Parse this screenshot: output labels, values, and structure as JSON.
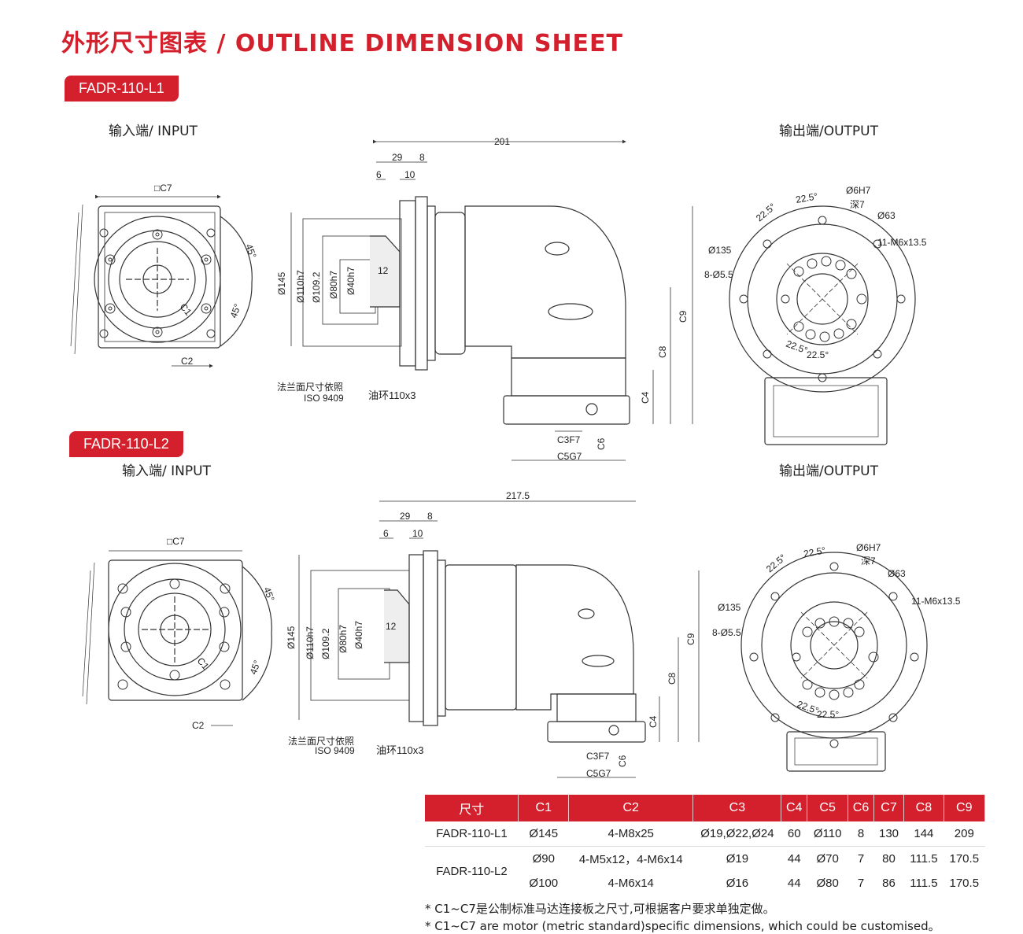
{
  "page": {
    "title": "外形尺寸图表 / OUTLINE DIMENSION SHEET"
  },
  "sections": [
    {
      "model": "FADR-110-L1",
      "input_label": "输入端/ INPUT",
      "output_label": "输出端/OUTPUT",
      "dims": {
        "overall": "201",
        "d29": "29",
        "d8": "8",
        "d6": "6",
        "d10": "10",
        "d12": "12",
        "dia145": "Ø145",
        "dia110": "Ø110h7",
        "dia109": "Ø109.2",
        "dia80": "Ø80h7",
        "dia40": "Ø40h7",
        "c7": "□C7",
        "c1": "C1",
        "c2": "C2",
        "c3": "C3F7",
        "c4": "C4",
        "c5": "C5G7",
        "c6": "C6",
        "c8": "C8",
        "c9": "C9",
        "ang45a": "45°",
        "ang45b": "45°",
        "flange_note_1": "法兰面尺寸依照",
        "flange_note_2": "ISO 9409",
        "oil_ring": "油环110x3",
        "ang22a": "22.5°",
        "ang22b": "22.5°",
        "ang22c": "22.5°",
        "ang22d": "22.5°",
        "dia6h7": "Ø6H7",
        "deep7": "深7",
        "dia63": "Ø63",
        "m6": "11-M6x13.5",
        "dia135": "Ø135",
        "dia55": "8-Ø5.5"
      }
    },
    {
      "model": "FADR-110-L2",
      "input_label": "输入端/ INPUT",
      "output_label": "输出端/OUTPUT",
      "dims": {
        "overall": "217.5",
        "d29": "29",
        "d8": "8",
        "d6": "6",
        "d10": "10",
        "d12": "12",
        "dia145": "Ø145",
        "dia110": "Ø110h7",
        "dia109": "Ø109.2",
        "dia80": "Ø80h7",
        "dia40": "Ø40h7",
        "c7": "□C7",
        "c1": "C1",
        "c2": "C2",
        "c3": "C3F7",
        "c4": "C4",
        "c5": "C5G7",
        "c6": "C6",
        "c8": "C8",
        "c9": "C9",
        "ang45a": "45°",
        "ang45b": "45°",
        "flange_note_1": "法兰面尺寸依照",
        "flange_note_2": "ISO 9409",
        "oil_ring": "油环110x3",
        "ang22a": "22.5°",
        "ang22b": "22.5°",
        "ang22c": "22.5°",
        "ang22d": "22.5°",
        "dia6h7": "Ø6H7",
        "deep7": "深7",
        "dia63": "Ø63",
        "m6": "11-M6x13.5",
        "dia135": "Ø135",
        "dia55": "8-Ø5.5"
      }
    }
  ],
  "table": {
    "headers": [
      "尺寸",
      "C1",
      "C2",
      "C3",
      "C4",
      "C5",
      "C6",
      "C7",
      "C8",
      "C9"
    ],
    "rows": [
      {
        "model": "FADR-110-L1",
        "c1": "Ø145",
        "c2": "4-M8x25",
        "c3": "Ø19,Ø22,Ø24",
        "c4": "60",
        "c5": "Ø110",
        "c6": "8",
        "c7": "130",
        "c8": "144",
        "c9": "209"
      },
      {
        "model": "FADR-110-L2",
        "c1": "Ø90",
        "c2": "4-M5x12，4-M6x14",
        "c3": "Ø19",
        "c4": "44",
        "c5": "Ø70",
        "c6": "7",
        "c7": "80",
        "c8": "111.5",
        "c9": "170.5"
      },
      {
        "model": "",
        "c1": "Ø100",
        "c2": "4-M6x14",
        "c3": "Ø16",
        "c4": "44",
        "c5": "Ø80",
        "c6": "7",
        "c7": "86",
        "c8": "111.5",
        "c9": "170.5"
      }
    ]
  },
  "notes": [
    "* C1~C7是公制标准马达连接板之尺寸,可根据客户要求单独定做。",
    "* C1~C7 are motor (metric standard)specific dimensions, which could be customised。"
  ]
}
